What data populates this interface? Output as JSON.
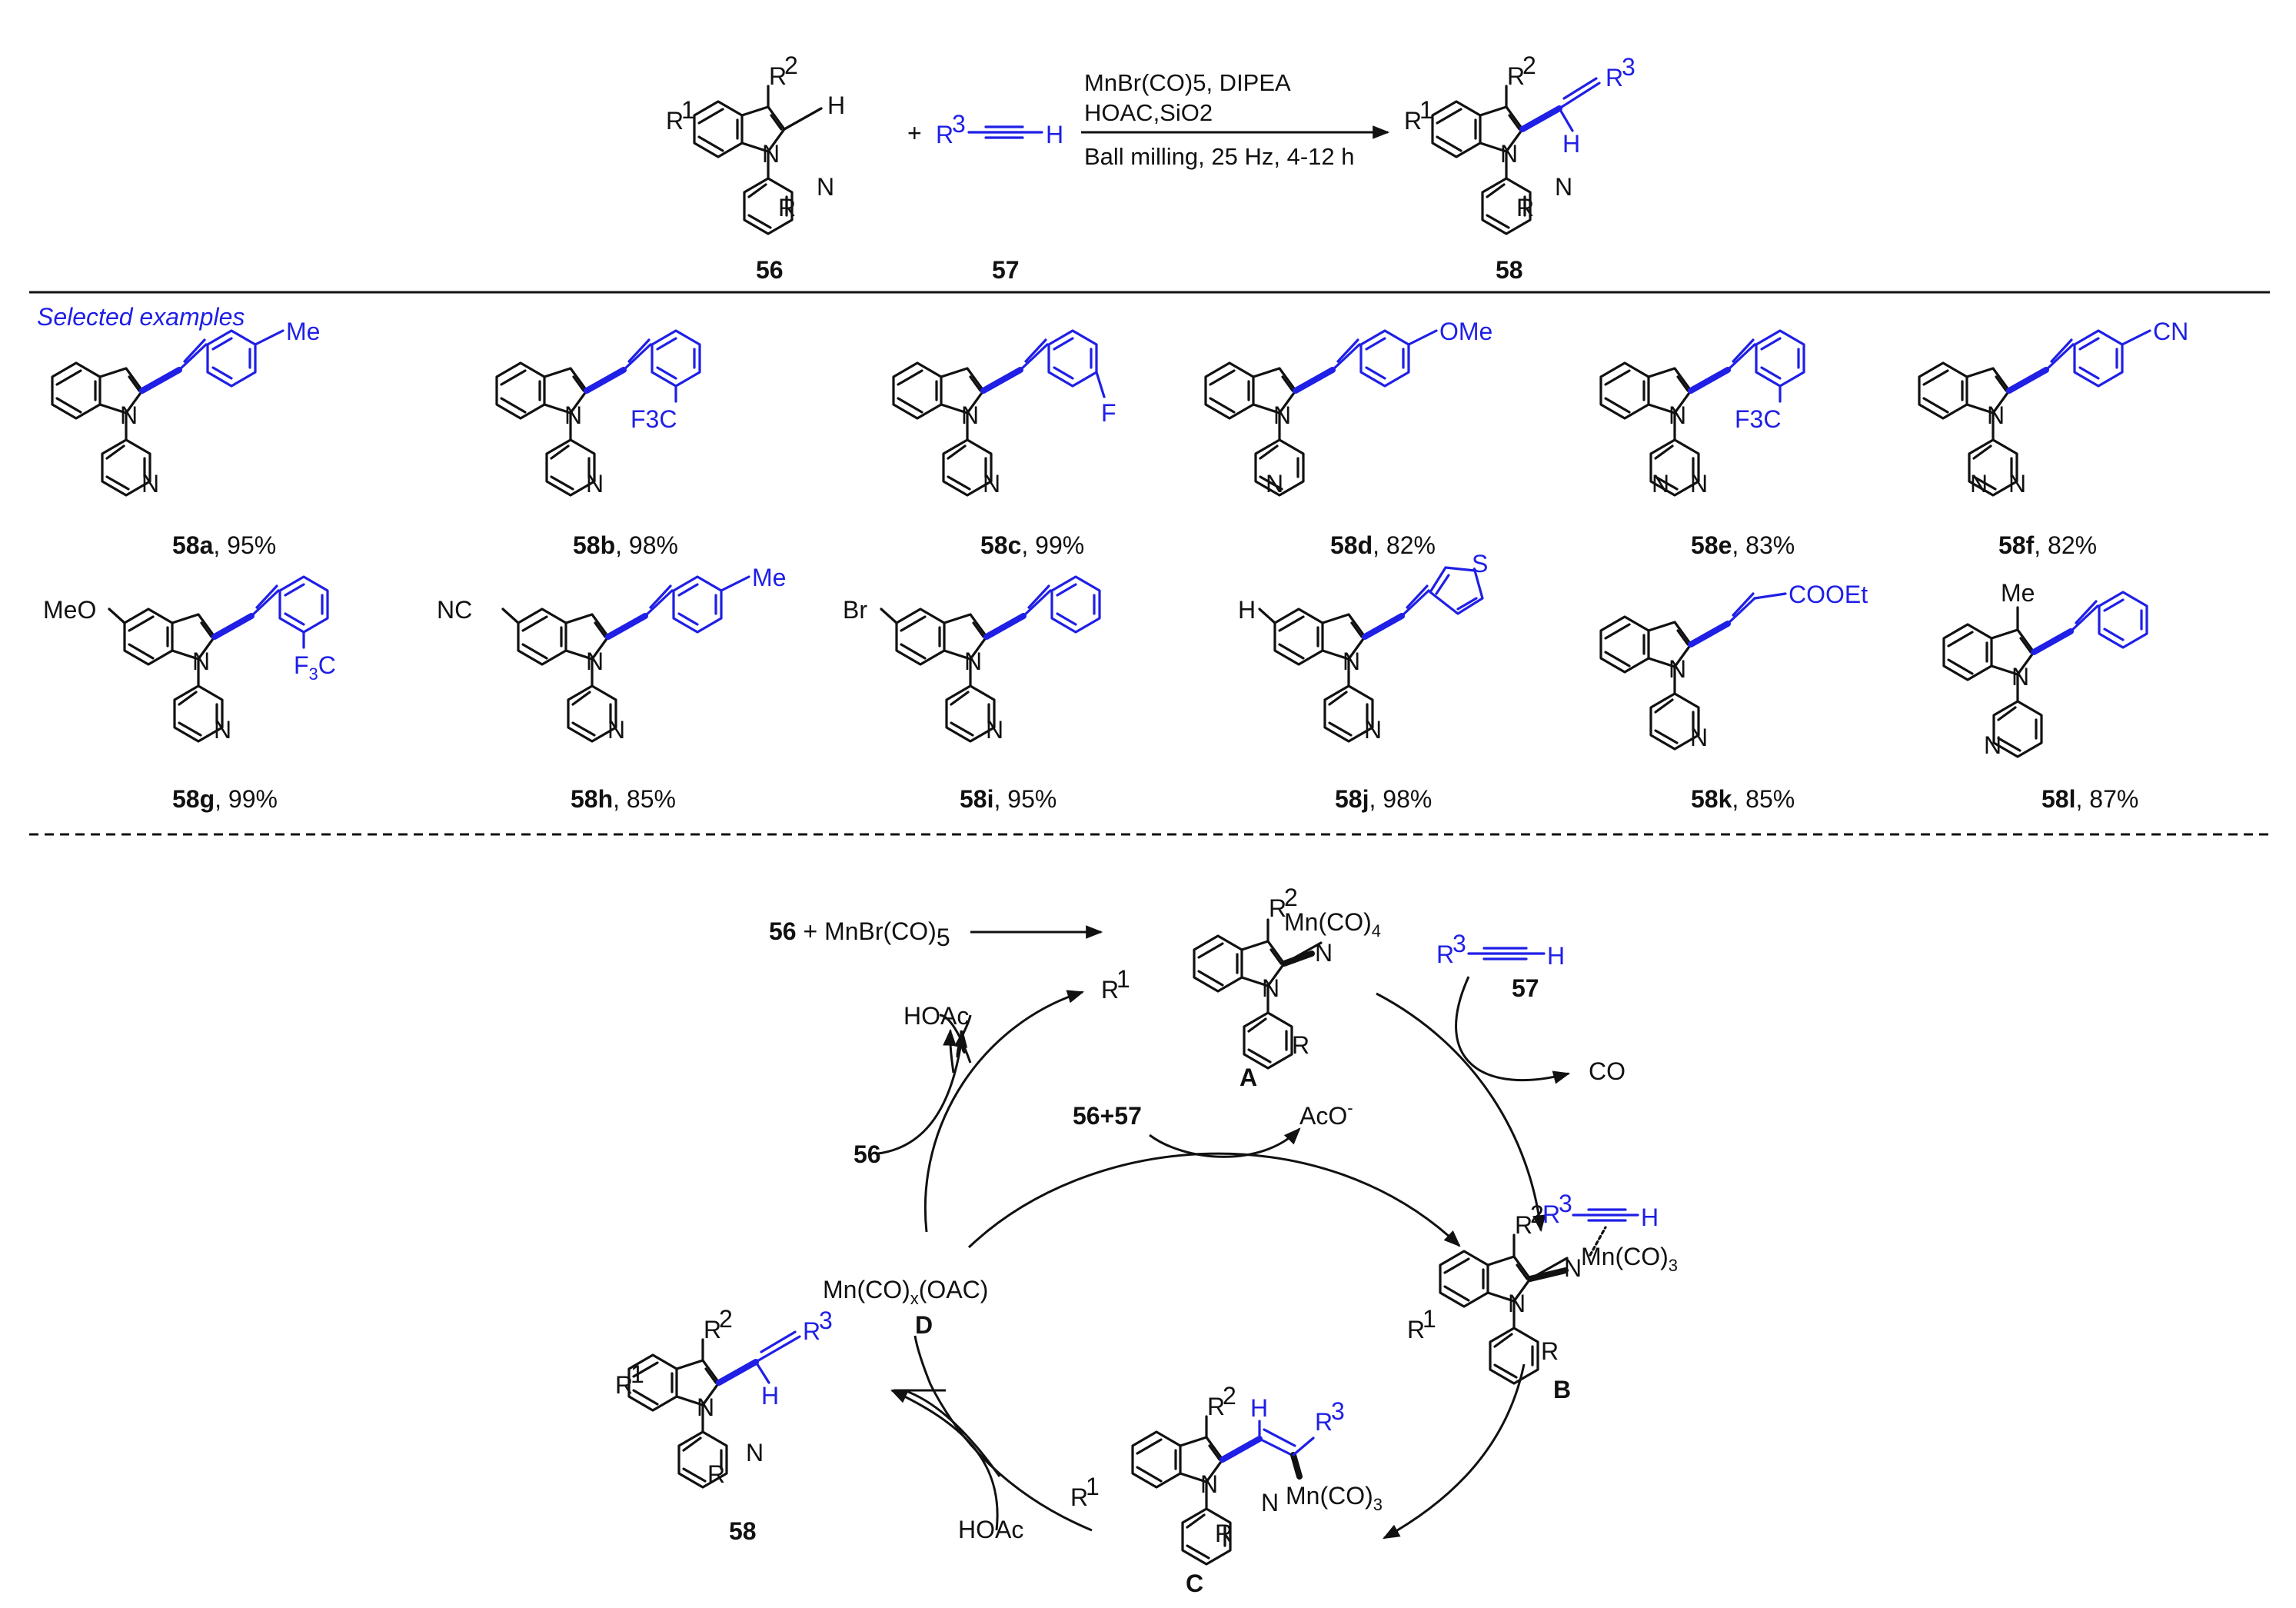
{
  "reaction": {
    "substrate_label": "56",
    "alkyne_label": "57",
    "product_label": "58",
    "plus": "+",
    "conditions": [
      "MnBr(CO)5, DIPEA",
      "HOAC,SiO2",
      "Ball milling, 25 Hz, 4-12 h"
    ]
  },
  "selected_examples_title": "Selected examples",
  "examples": [
    {
      "id": "58a",
      "yield": ", 95%",
      "substituent": "Me"
    },
    {
      "id": "58b",
      "yield": ", 98%",
      "substituent": "F3C"
    },
    {
      "id": "58c",
      "yield": ", 99%",
      "substituent": "F"
    },
    {
      "id": "58d",
      "yield": ", 82%",
      "substituent": "OMe"
    },
    {
      "id": "58e",
      "yield": ", 83%",
      "substituent": "F3C"
    },
    {
      "id": "58f",
      "yield": ", 82%",
      "substituent": "CN"
    },
    {
      "id": "58g",
      "yield": ", 99%",
      "substituent": "MeO"
    },
    {
      "id": "58h",
      "yield": ", 85%",
      "substituent": "NC"
    },
    {
      "id": "58i",
      "yield": ", 95%",
      "substituent": "Br"
    },
    {
      "id": "58j",
      "yield": ", 98%",
      "substituent": "S"
    },
    {
      "id": "58k",
      "yield": ", 85%",
      "substituent": "COOEt"
    },
    {
      "id": "58l",
      "yield": ", 87%",
      "substituent": "Me"
    }
  ],
  "mechanism": {
    "entry": "56 + MnBr(CO)5",
    "alkyne": "R3—≡—H",
    "alkyne_label": "57",
    "co_release": "CO",
    "hoac_top": "HOAc",
    "substrate_in": "56",
    "combo_in": "56+57",
    "acetate_out": "AcO-",
    "intermediate_a": "A",
    "intermediate_b": "B",
    "intermediate_c": "C",
    "intermediate_d": "D",
    "d_formula": "Mn(CO)x(OAC)",
    "mn_co4": "Mn(CO)4",
    "mn_co3": "Mn(CO)3",
    "hoac_bottom": "HOAc",
    "product_label": "58"
  },
  "colors": {
    "structure": "#111111",
    "new_bond": "#1f1fe6"
  }
}
